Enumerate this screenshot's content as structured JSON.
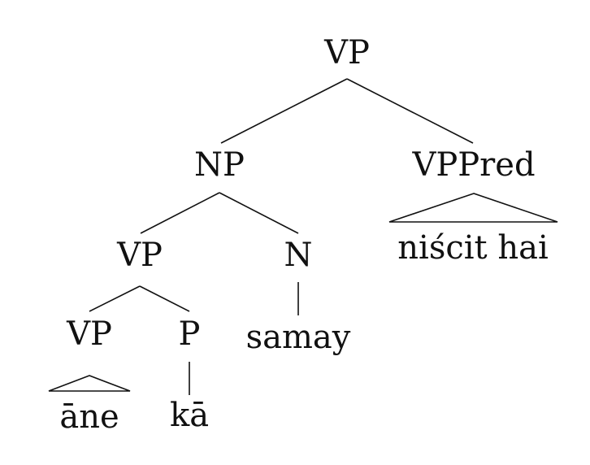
{
  "tree": {
    "root_label": "VP",
    "np_label": "NP",
    "vppred_label": "VPPred",
    "vppred_yield": "niścit hai",
    "vp_inner_label": "VP",
    "n_label": "N",
    "n_word": "samay",
    "vp_leaf_label": "VP",
    "vp_leaf_yield": "āne",
    "p_label": "P",
    "p_word": "kā"
  }
}
